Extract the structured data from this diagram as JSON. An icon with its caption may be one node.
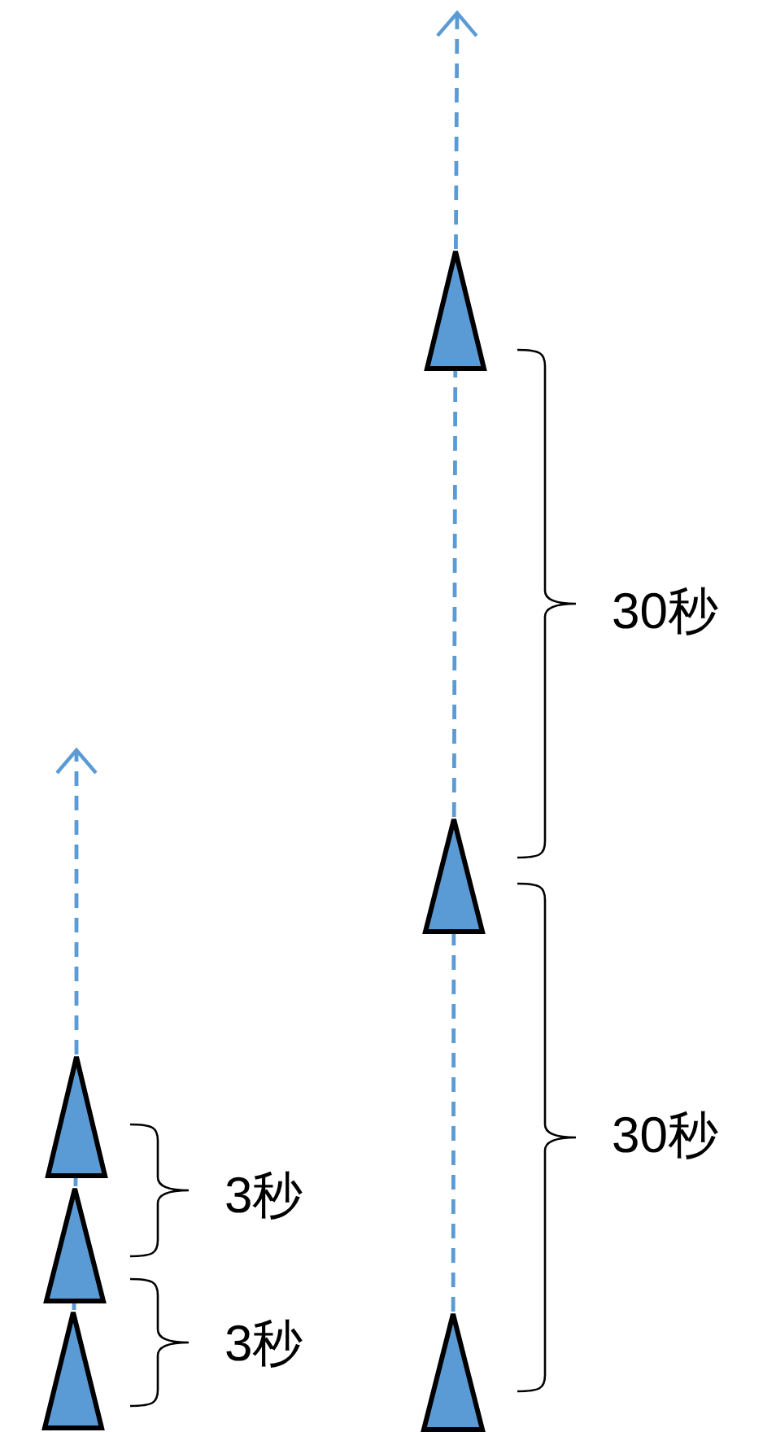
{
  "diagram": {
    "nodes": [
      {
        "text": [],
        "shape": "triangle"
      },
      {
        "text": [],
        "shape": "triangle"
      },
      {
        "text": [],
        "shape": "triangle"
      },
      {
        "text": [],
        "shape": "triangle"
      },
      {
        "text": [],
        "shape": "triangle"
      },
      {
        "text": [],
        "shape": "triangle"
      }
    ],
    "edges": [
      {
        "from": 0,
        "to": null,
        "arrow": "to",
        "style": "dashed"
      },
      {
        "from": 1,
        "to": 0,
        "arrow": "none",
        "style": "dashed"
      },
      {
        "from": 2,
        "to": 1,
        "arrow": "none",
        "style": "dashed"
      },
      {
        "from": 3,
        "to": null,
        "arrow": "to",
        "style": "dashed"
      },
      {
        "from": 4,
        "to": 3,
        "arrow": "none",
        "style": "dashed"
      },
      {
        "from": 5,
        "to": 4,
        "arrow": "none",
        "style": "dashed"
      }
    ],
    "labels": [
      "30秒",
      "30秒",
      "3秒",
      "3秒"
    ]
  }
}
